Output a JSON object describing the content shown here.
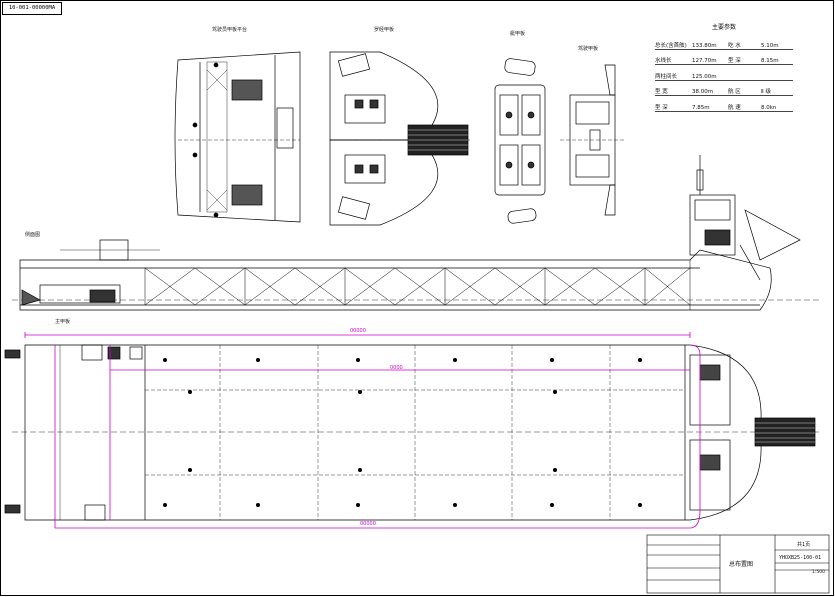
{
  "drawing_number": "10-001-00000MA",
  "view_titles": {
    "poop_deck": "驾驶员甲板平台",
    "bridge_deck": "罗经甲板",
    "boat_deck": "艇甲板",
    "wheelhouse_deck": "驾驶甲板",
    "profile": "侧面图",
    "main_deck": "主甲板"
  },
  "particulars": {
    "title": "主要参数",
    "rows": [
      {
        "k1": "总长(含首舷)",
        "v1": "133.80m",
        "k2": "吃 水",
        "v2": "5.10m"
      },
      {
        "k1": "水线长",
        "v1": "127.70m",
        "k2": "型 深",
        "v2": "8.15m"
      },
      {
        "k1": "两柱间长",
        "v1": "125.00m",
        "k2": "",
        "v2": ""
      },
      {
        "k1": "型 宽",
        "v1": "38.00m",
        "k2": "航 区",
        "v2": "Ⅱ 级"
      },
      {
        "k1": "型 深",
        "v1": "7.85m",
        "k2": "航 速",
        "v2": "8.0kn"
      }
    ]
  },
  "title_block": {
    "drawing_name": "总布置图",
    "drawing_code": "YHOXB25-100-01",
    "page": "共1页",
    "scale": "1:500"
  },
  "dimension_labels": [
    "00000",
    "0000",
    "00000"
  ],
  "colors": {
    "line": "#000000",
    "dimension": "#cc00cc",
    "hatch": "#111111"
  }
}
